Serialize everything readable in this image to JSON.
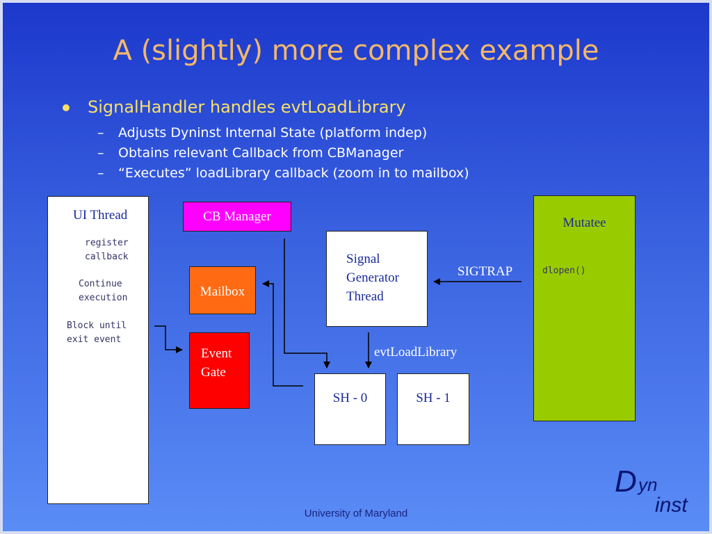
{
  "slide": {
    "title": "A (slightly) more complex example",
    "bullet": {
      "text": "SignalHandler handles evtLoadLibrary",
      "subitems": [
        "Adjusts Dyninst Internal State  (platform indep)",
        "Obtains relevant Callback from CBManager",
        "“Executes” loadLibrary callback  (zoom in to mailbox)"
      ],
      "dash": "–"
    },
    "footer": "University of Maryland",
    "logo": {
      "big": "D",
      "top": "yn",
      "bottom": "inst"
    }
  },
  "diagram": {
    "ui_thread": {
      "label": "UI Thread",
      "steps": [
        "register\ncallback",
        "Continue\nexecution",
        "Block until\nexit event"
      ]
    },
    "cb_manager": {
      "label": "CB Manager",
      "color": "#ff00ff"
    },
    "mailbox": {
      "label": "Mailbox",
      "color": "#ff6a12"
    },
    "event_gate": {
      "label": "Event\nGate",
      "color": "#ff0000"
    },
    "signal_generator": {
      "label": "Signal\nGenerator\nThread"
    },
    "sh0": {
      "label": "SH - 0"
    },
    "sh1": {
      "label": "SH - 1"
    },
    "mutatee": {
      "label": "Mutatee",
      "code": "dlopen()",
      "color": "#99cc00"
    },
    "edges": {
      "sigtrap": "SIGTRAP",
      "evt_load_library": "evtLoadLibrary"
    }
  }
}
